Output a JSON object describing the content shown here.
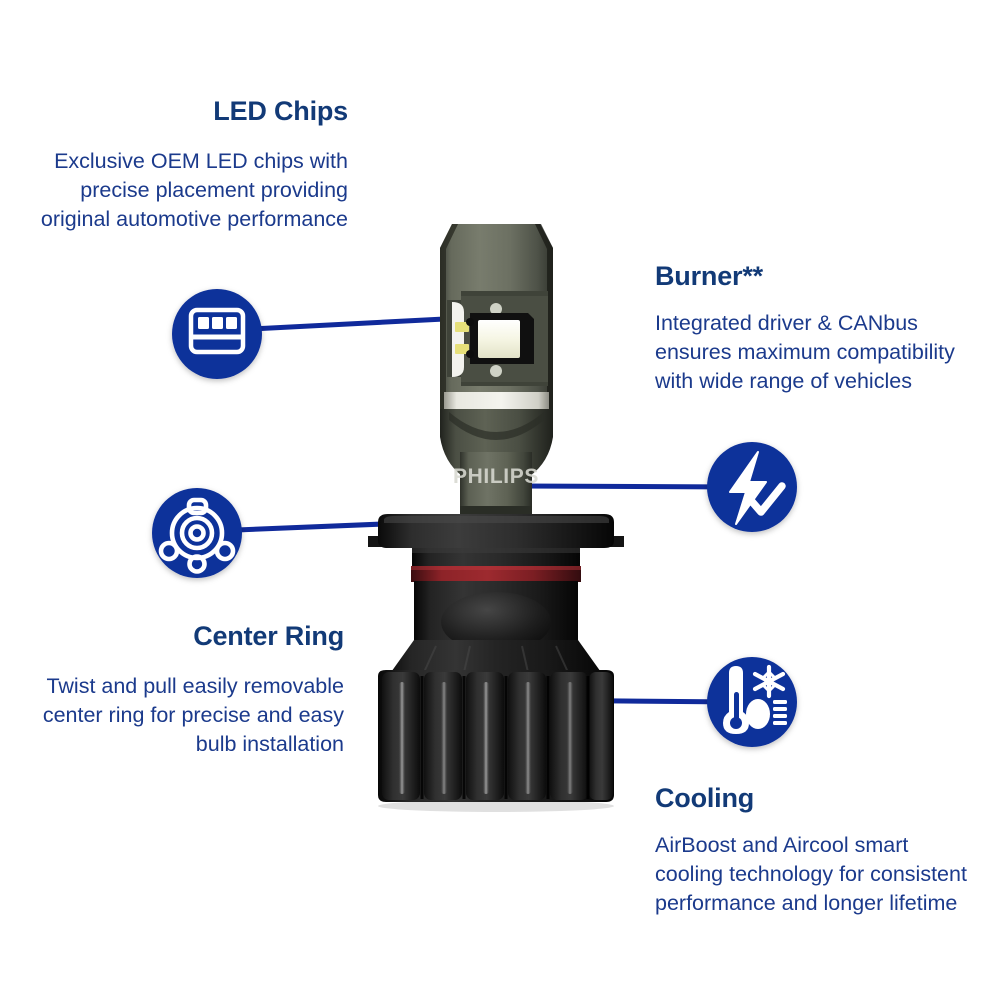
{
  "page": {
    "background_color": "#ffffff",
    "brand": "PHILIPS",
    "accent_blue": "#123a8c",
    "icon_circle_color": "#10309a",
    "text_color": "#1b3a8c",
    "title_color": "#123a77"
  },
  "product": {
    "brand_marking": "PHILIPS",
    "body_color": "#5f6355",
    "base_color": "#141414",
    "oring_color": "#7a1f22",
    "led_chip_color": "#f2f2e2"
  },
  "features": [
    {
      "id": "led-chips",
      "title": "LED Chips",
      "description": "Exclusive OEM LED chips with precise placement providing original automotive performance",
      "description_lines": [
        "Exclusive OEM LED chips with",
        "precise placement providing",
        "original automotive performance"
      ],
      "icon": "led-chip-icon",
      "side": "left",
      "align": "right"
    },
    {
      "id": "burner",
      "title": "Burner**",
      "description": "Integrated driver & CANbus ensures maximum compatibility with wide range of vehicles",
      "description_lines": [
        "Integrated driver & CANbus",
        "ensures maximum compatibility",
        "with wide range of vehicles"
      ],
      "icon": "lightning-check-icon",
      "side": "right",
      "align": "left"
    },
    {
      "id": "center-ring",
      "title": "Center Ring",
      "description": "Twist and pull easily removable center ring for precise and easy bulb installation",
      "description_lines": [
        "Twist and pull easily removable",
        "center ring for precise and easy",
        "bulb installation"
      ],
      "icon": "center-ring-icon",
      "side": "left",
      "align": "right"
    },
    {
      "id": "cooling",
      "title": "Cooling",
      "description": "AirBoost and Aircool smart cooling technology for consistent performance and longer lifetime",
      "description_lines": [
        "AirBoost and Aircool smart",
        "cooling technology for consistent",
        "performance and longer lifetime"
      ],
      "icon": "thermometer-snowflake-icon",
      "side": "right",
      "align": "left"
    }
  ]
}
